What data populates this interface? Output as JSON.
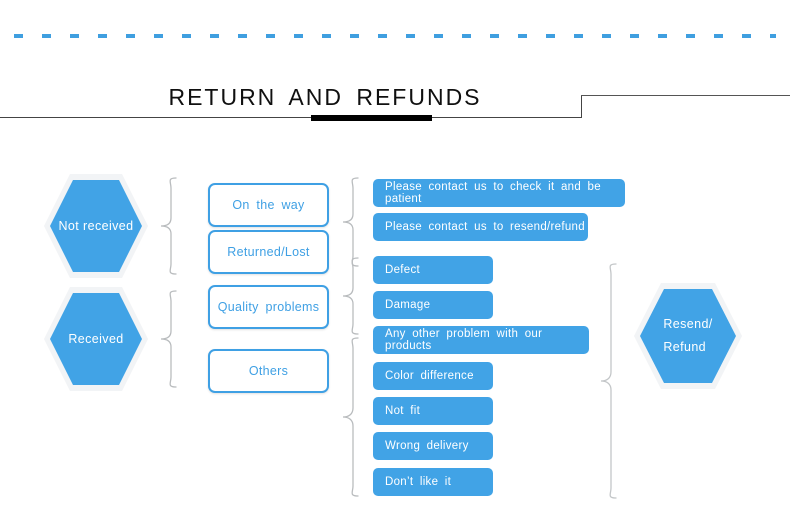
{
  "page": {
    "title": "RETURN  AND  REFUNDS",
    "accent_color": "#41a3e6",
    "rule_color": "#444444",
    "accent_bar_color": "#000000",
    "dash_color": "#3f9fe0"
  },
  "diagram": {
    "status_nodes": [
      {
        "id": "not-received",
        "label": "Not  received"
      },
      {
        "id": "received",
        "label": "Received"
      }
    ],
    "reason_nodes": [
      {
        "id": "on-the-way",
        "label": "On  the  way"
      },
      {
        "id": "returned-lost",
        "label": "Returned/Lost"
      },
      {
        "id": "quality-problems",
        "label": "Quality  problems"
      },
      {
        "id": "others",
        "label": "Others"
      }
    ],
    "action_nodes": [
      {
        "id": "contact-check",
        "label": "Please  contact  us  to  check  it  and  be  patient"
      },
      {
        "id": "contact-resend",
        "label": "Please  contact  us  to  resend/refund"
      },
      {
        "id": "defect",
        "label": "Defect"
      },
      {
        "id": "damage",
        "label": "Damage"
      },
      {
        "id": "any-other-problem",
        "label": "Any  other  problem  with  our  products"
      },
      {
        "id": "color-difference",
        "label": "Color  difference"
      },
      {
        "id": "not-fit",
        "label": "Not  fit"
      },
      {
        "id": "wrong-delivery",
        "label": "Wrong  delivery"
      },
      {
        "id": "dont-like-it",
        "label": "Don’t  like  it"
      }
    ],
    "outcome_node": {
      "id": "resend-refund",
      "line1": "Resend/",
      "line2": "Refund"
    }
  }
}
